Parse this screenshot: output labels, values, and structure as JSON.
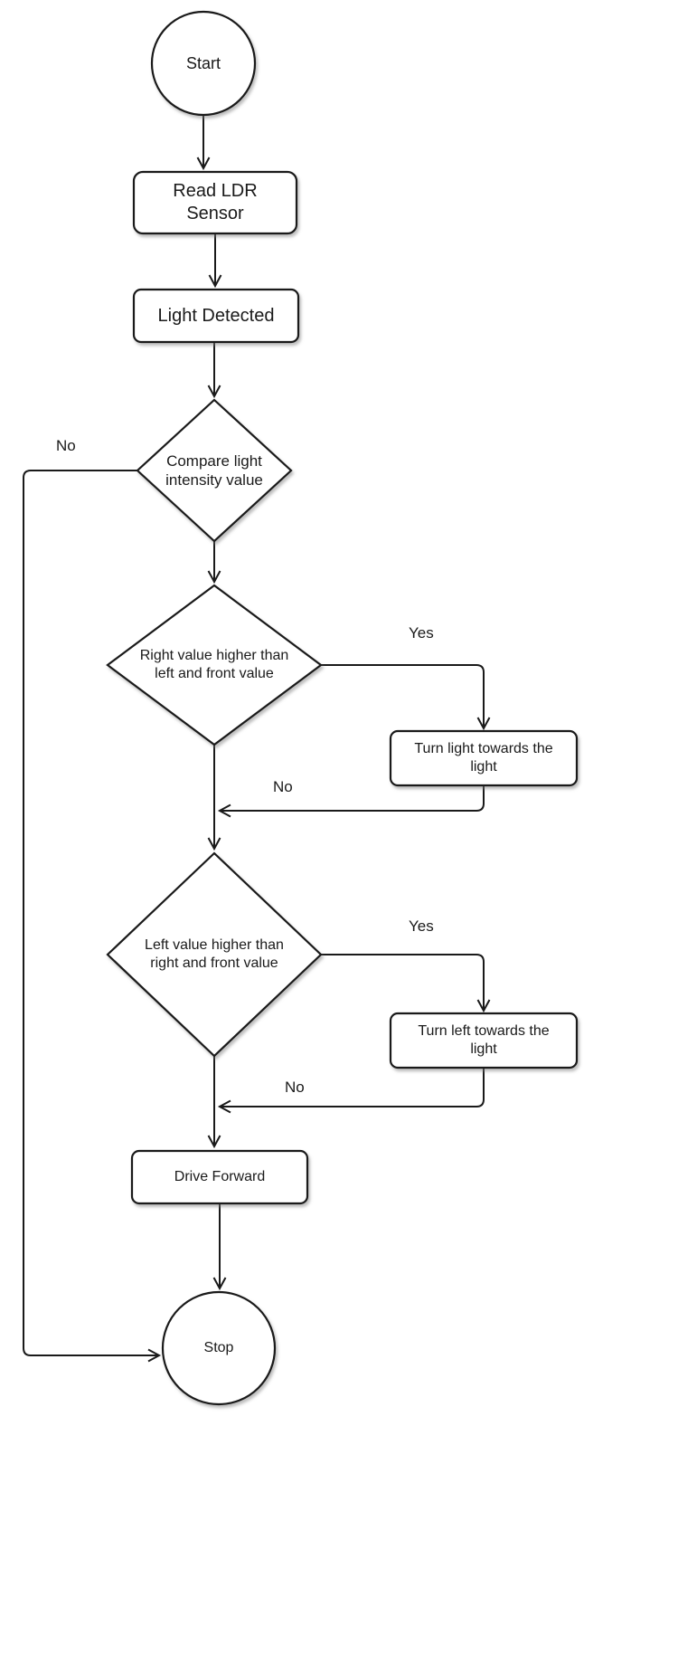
{
  "colors": {
    "stroke": "#1a1a1a",
    "shape_fill": "#ffffff",
    "background": "#ffffff",
    "text": "#1a1a1a"
  },
  "nodes": {
    "start": {
      "type": "terminator",
      "lines": [
        "Start"
      ]
    },
    "read_ldr_sensor": {
      "type": "process",
      "lines": [
        "Read LDR",
        "Sensor"
      ]
    },
    "light_detected": {
      "type": "process",
      "lines": [
        "Light Detected"
      ]
    },
    "compare_light": {
      "type": "decision",
      "lines": [
        "Compare light",
        "intensity value"
      ]
    },
    "right_value_higher": {
      "type": "decision",
      "lines": [
        "Right value higher than",
        "left and front value"
      ]
    },
    "turn_light_towards": {
      "type": "process",
      "lines": [
        "Turn light towards the",
        "light"
      ]
    },
    "left_value_higher": {
      "type": "decision",
      "lines": [
        "Left value higher than",
        "right and front value"
      ]
    },
    "turn_left_towards": {
      "type": "process",
      "lines": [
        "Turn left towards the",
        "light"
      ]
    },
    "drive_forward": {
      "type": "process",
      "lines": [
        "Drive Forward"
      ]
    },
    "stop": {
      "type": "terminator",
      "lines": [
        "Stop"
      ]
    }
  },
  "edge_labels": {
    "compare_no": "No",
    "right_yes": "Yes",
    "right_no": "No",
    "left_yes": "Yes",
    "left_no": "No"
  }
}
